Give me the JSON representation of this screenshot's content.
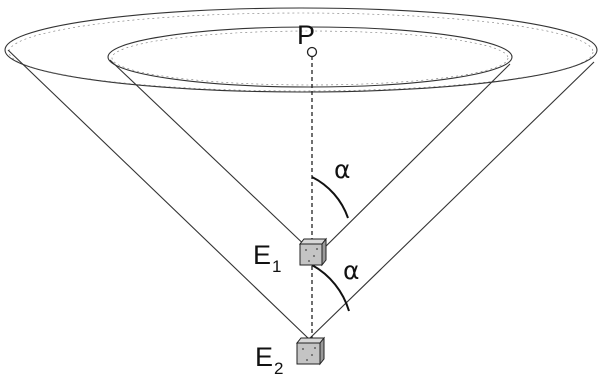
{
  "labels": {
    "point": "P",
    "emitter_1": {
      "main": "E",
      "sub": "1"
    },
    "emitter_2": {
      "main": "E",
      "sub": "2"
    },
    "angle_1": "α",
    "angle_2": "α"
  }
}
